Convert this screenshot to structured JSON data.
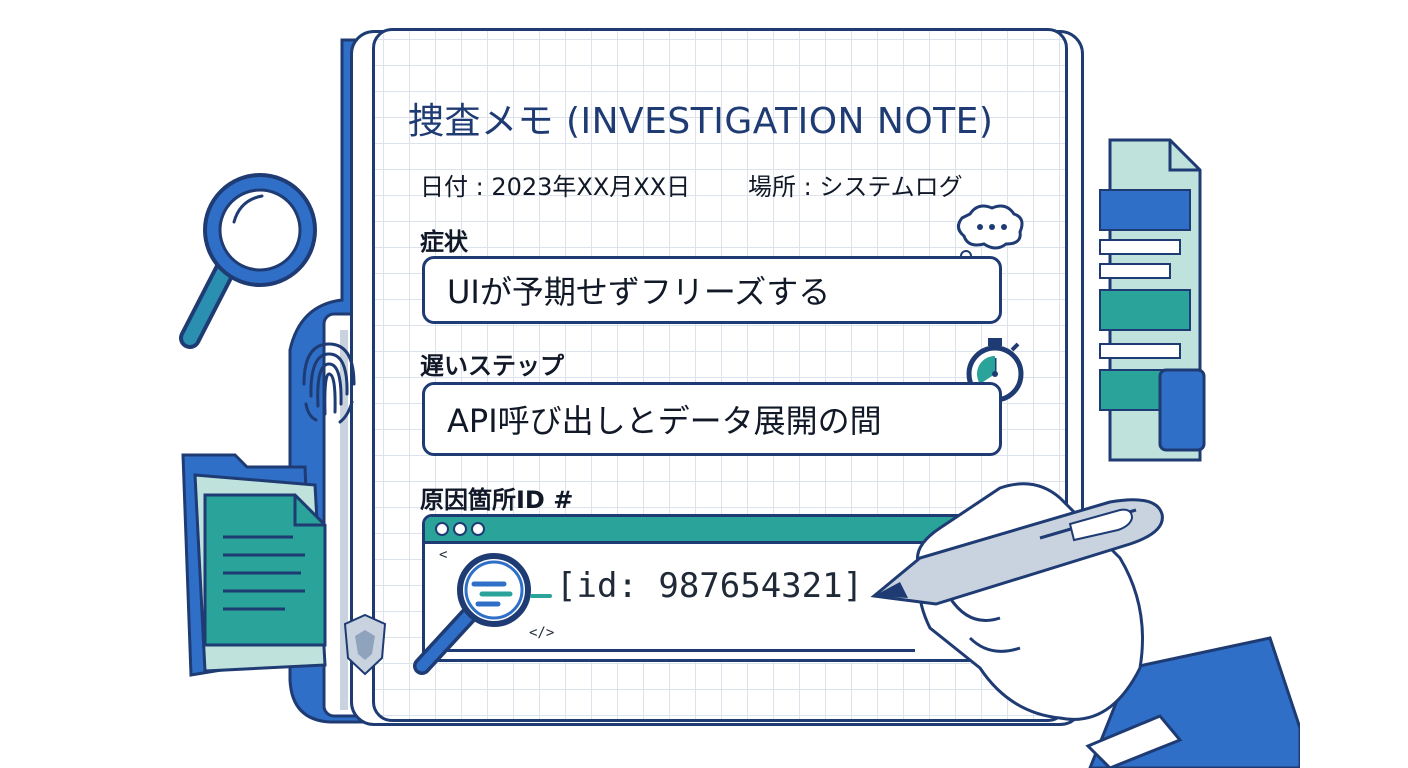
{
  "note": {
    "title": "捜査メモ (INVESTIGATION NOTE)",
    "date_label": "日付 : 2023年XX月XX日",
    "place_label": "場所 : システムログ",
    "symptom_label": "症状",
    "symptom_value": "UIが予期せずフリーズする",
    "slow_step_label": "遅いステップ",
    "slow_step_value": "API呼び出しとデータ展開の間",
    "cause_label": "原因箇所ID #",
    "cause_value": "[id: 987654321]",
    "code_tag_open": "<",
    "code_tag_close": "</>"
  },
  "icons": [
    "magnifying-glass-icon",
    "fingerprint-icon",
    "folder-icon",
    "document-icon",
    "badge-icon",
    "thought-bubble-icon",
    "stopwatch-icon",
    "pen-icon",
    "hand-icon"
  ],
  "colors": {
    "navy": "#1f3b73",
    "blue": "#2f6fc8",
    "teal": "#2aa39a",
    "mint": "#bfe3dc",
    "ink": "#111827"
  }
}
